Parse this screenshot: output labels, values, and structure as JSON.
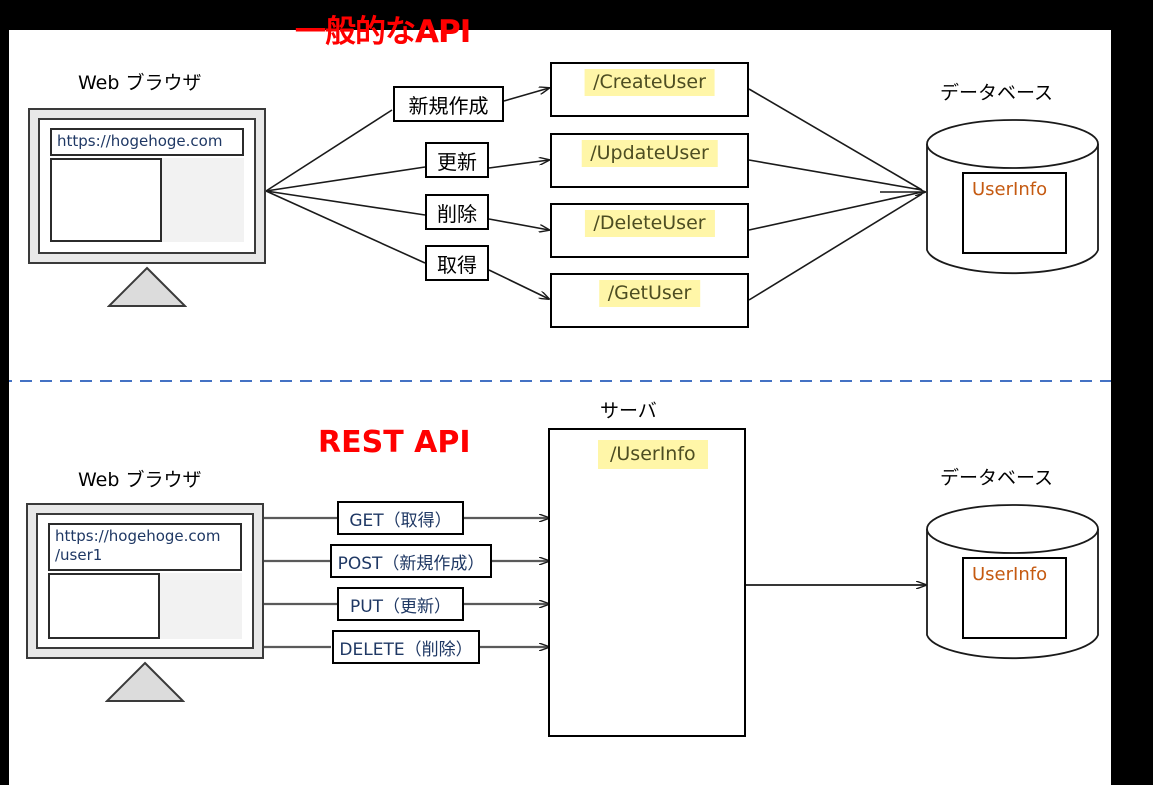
{
  "titles": {
    "general_api": "一般的なAPI",
    "rest_api": "REST API"
  },
  "top_section": {
    "browser_caption": "Web ブラウザ",
    "browser_url": "https://hogehoge.com",
    "database_caption": "データベース",
    "database_table": "UserInfo",
    "operations": [
      {
        "label": "新規作成",
        "endpoint": "/CreateUser"
      },
      {
        "label": "更新",
        "endpoint": "/UpdateUser"
      },
      {
        "label": "削除",
        "endpoint": "/DeleteUser"
      },
      {
        "label": "取得",
        "endpoint": "/GetUser"
      }
    ]
  },
  "bottom_section": {
    "browser_caption": "Web ブラウザ",
    "browser_url_line1": "https://hogehoge.com",
    "browser_url_line2": "/user1",
    "server_caption": "サーバ",
    "server_endpoint": "/UserInfo",
    "database_caption": "データベース",
    "database_table": "UserInfo",
    "methods": [
      {
        "label": "GET（取得）"
      },
      {
        "label": "POST（新規作成）"
      },
      {
        "label": "PUT（更新）"
      },
      {
        "label": "DELETE（削除）"
      }
    ]
  },
  "colors": {
    "title_red": "#FF0000",
    "highlight_yellow": "#FFF6A8",
    "url_blue": "#1F3864",
    "table_orange": "#C55A11",
    "divider_blue": "#4472C4",
    "band_black": "#000000"
  }
}
